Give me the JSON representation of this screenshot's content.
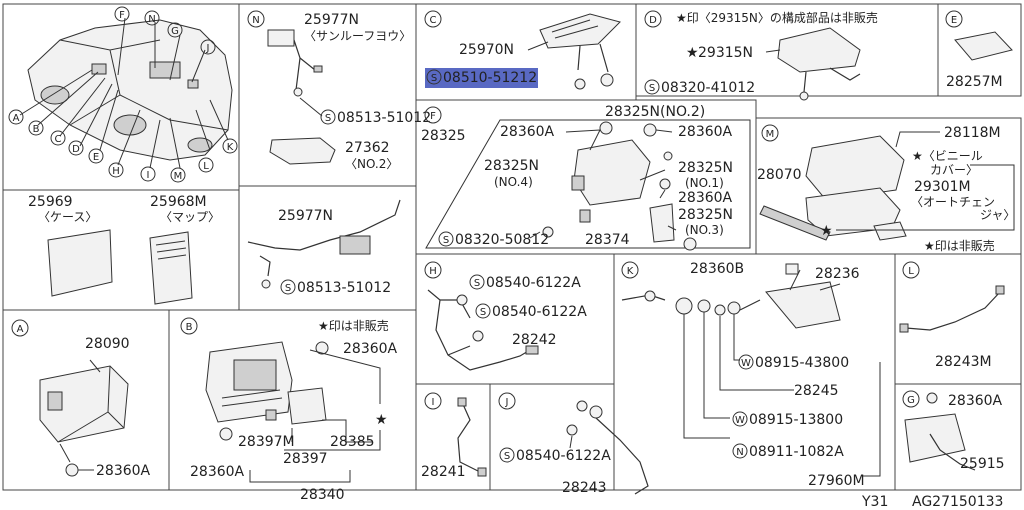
{
  "footer": {
    "model": "Y31",
    "code": "AG27150133"
  },
  "note_not_sold": "★印は非販売",
  "note_d": "★印〈29315N〉の構成部品は非販売",
  "circle_s": "S",
  "circle_w": "W",
  "circle_n": "N",
  "star": "★",
  "car_labels": [
    "F",
    "N",
    "G",
    "J",
    "A",
    "B",
    "C",
    "D",
    "E",
    "H",
    "I",
    "M",
    "L",
    "K"
  ],
  "sections": {
    "A": {
      "letter": "A",
      "parts": [
        "28090",
        "28360A"
      ]
    },
    "B": {
      "letter": "B",
      "parts": [
        "28360A",
        "28397M",
        "28385",
        "28360A",
        "28397",
        "28340"
      ]
    },
    "C": {
      "letter": "C",
      "parts": [
        "25970N",
        "08510-51212"
      ]
    },
    "D": {
      "letter": "D",
      "parts": [
        "29315N",
        "08320-41012"
      ]
    },
    "E": {
      "letter": "E",
      "parts": [
        "28257M"
      ]
    },
    "F": {
      "letter": "F",
      "parts": [
        "28325",
        "28325N(NO.2)",
        "28360A",
        "28360A",
        "28325N",
        "28325N",
        "(NO.4)",
        "(NO.1)",
        "28360A",
        "28325N",
        "(NO.3)",
        "08320-50812",
        "28374"
      ]
    },
    "G": {
      "letter": "G",
      "parts": [
        "28360A",
        "25915"
      ]
    },
    "H": {
      "letter": "H",
      "parts": [
        "08540-6122A",
        "08540-6122A",
        "28242"
      ]
    },
    "I": {
      "letter": "I",
      "parts": [
        "28241"
      ]
    },
    "J": {
      "letter": "J",
      "parts": [
        "08540-6122A",
        "28243"
      ]
    },
    "K": {
      "letter": "K",
      "parts": [
        "28360B",
        "28236",
        "08915-43800",
        "28245",
        "08915-13800",
        "08911-1082A",
        "27960M"
      ]
    },
    "L": {
      "letter": "L",
      "parts": [
        "28243M"
      ]
    },
    "M": {
      "letter": "M",
      "parts": [
        "28118M",
        "28070",
        "★〈ビニール",
        "カバー〉",
        "29301M",
        "〈オートチェン",
        "ジャ〉"
      ]
    },
    "N": {
      "letter": "N",
      "parts": [
        "25977N",
        "〈サンルーフヨウ〉",
        "08513-51012",
        "27362",
        "〈NO.2〉",
        "25977N",
        "08513-51012"
      ]
    },
    "case": {
      "parts": [
        "25969",
        "〈ケース〉"
      ]
    },
    "map": {
      "parts": [
        "25968M",
        "〈マップ〉"
      ]
    }
  }
}
